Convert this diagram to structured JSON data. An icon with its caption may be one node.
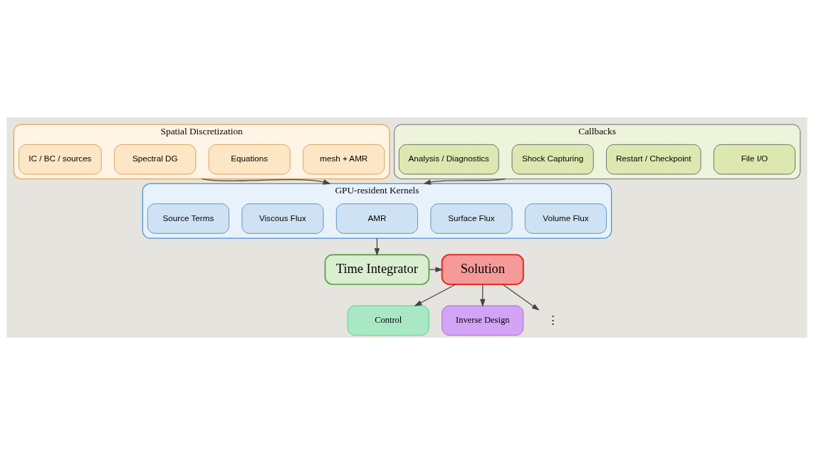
{
  "diagram": {
    "nodes": [
      {
        "text": [
          "Spatial Discretization"
        ]
      },
      {
        "text": [
          "mesh + AMR"
        ],
        "in": 0
      },
      {
        "text": [
          "Equations"
        ],
        "in": 0
      },
      {
        "text": [
          "Spectral DG"
        ],
        "in": 0
      },
      {
        "text": [
          "IC / BC / sources"
        ],
        "in": 0
      },
      {
        "text": [
          "Callbacks"
        ]
      },
      {
        "text": [
          "File I/O"
        ],
        "in": 5
      },
      {
        "text": [
          "Restart / Checkpoint"
        ],
        "in": 5
      },
      {
        "text": [
          "Shock Capturing"
        ],
        "in": 5
      },
      {
        "text": [
          "Analysis / Diagnostics"
        ],
        "in": 5
      },
      {
        "text": [
          "GPU-resident Kernels"
        ]
      },
      {
        "text": [
          "Volume Flux"
        ],
        "in": 10
      },
      {
        "text": [
          "Surface Flux"
        ],
        "in": 10
      },
      {
        "text": [
          "AMR"
        ],
        "in": 10
      },
      {
        "text": [
          "Viscous Flux"
        ],
        "in": 10
      },
      {
        "text": [
          "Source Terms"
        ],
        "in": 10
      },
      {
        "text": [
          "Time Integrator"
        ]
      },
      {
        "text": [
          "Solution"
        ]
      },
      {
        "text": [
          "Control"
        ]
      },
      {
        "text": [
          "Inverse Design"
        ]
      },
      {
        "text": [
          "⋮"
        ]
      }
    ],
    "edges": [
      {
        "from": 0,
        "to": 10,
        "arrow": "to"
      },
      {
        "from": 5,
        "to": 10,
        "arrow": "to"
      },
      {
        "from": 10,
        "to": 16,
        "arrow": "to"
      },
      {
        "from": 16,
        "to": 17,
        "arrow": "to"
      },
      {
        "from": 17,
        "to": 18,
        "arrow": "to"
      },
      {
        "from": 17,
        "to": 19,
        "arrow": "to"
      },
      {
        "from": 17,
        "to": 20,
        "arrow": "to"
      }
    ]
  }
}
